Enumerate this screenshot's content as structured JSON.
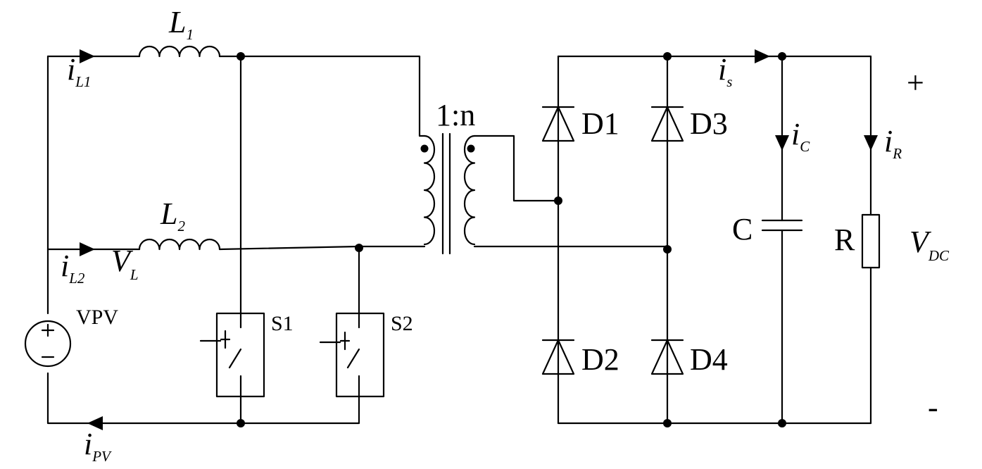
{
  "labels": {
    "L1": {
      "main": "L",
      "sub": "1"
    },
    "L2": {
      "main": "L",
      "sub": "2"
    },
    "iL1": {
      "main": "i",
      "sub": "L1"
    },
    "iL2": {
      "main": "i",
      "sub": "L2"
    },
    "VL": {
      "main": "V",
      "sub": "L"
    },
    "iPV": {
      "main": "i",
      "sub": "PV"
    },
    "is": {
      "main": "i",
      "sub": "s"
    },
    "iC": {
      "main": "i",
      "sub": "C"
    },
    "iR": {
      "main": "i",
      "sub": "R"
    },
    "VDC": {
      "main": "V",
      "sub": "DC"
    },
    "transformer_ratio": "1:n",
    "source": "VPV",
    "switch1": "S1",
    "switch2": "S2",
    "diode1": "D1",
    "diode2": "D2",
    "diode3": "D3",
    "diode4": "D4",
    "capacitor": "C",
    "resistor": "R",
    "plus": "+",
    "minus": "-"
  }
}
